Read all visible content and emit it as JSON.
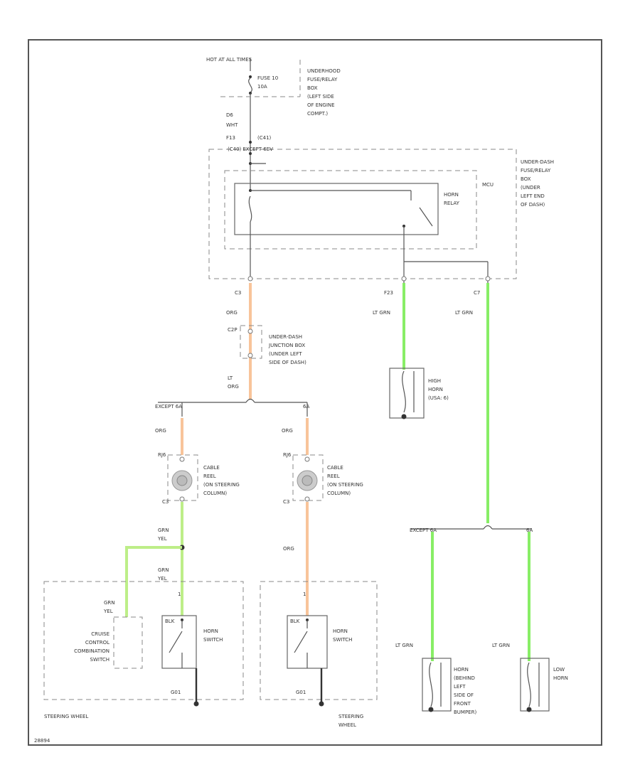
{
  "labels": {
    "hot_at_all_times": "HOT AT ALL TIMES",
    "fuse": "FUSE 10",
    "fuse_amps": "10A",
    "underhood_box": "UNDERHOOD\nFUSE/RELAY\nBOX\n(LEFT SIDE\nOF ENGINE\nCOMPT.)",
    "d6": "D6",
    "wht": "WHT",
    "f13": "F13",
    "conn_c41": "(C41)",
    "conn_except_6ev": "(C40) EXCEPT 6EV",
    "underdash_box": "UNDER-DASH\nFUSE/RELAY\nBOX\n(UNDER\nLEFT END\nOF DASH)",
    "mcu": "MCU",
    "horn_relay": "HORN\nRELAY",
    "c3_top": "C3",
    "f23": "F23",
    "c7": "C7",
    "org_1": "ORG",
    "lt_grn_1": "LT GRN",
    "lt_grn_2": "LT GRN",
    "c2p": "C2P",
    "underdash_junction": "UNDER-DASH\nJUNCTION BOX\n(UNDER LEFT\nSIDE OF DASH)",
    "lt_org": "LT\nORG",
    "high_horn": "HIGH\nHORN\n(USA: 6)",
    "except_6a_left": "EXCEPT 6A",
    "sa_left": "6A",
    "org_2": "ORG",
    "org_3": "ORG",
    "rj6_left": "RJ6",
    "rj6_right": "RJ6",
    "cable_reel_left": "CABLE\nREEL\n(ON STEERING\nCOLUMN)",
    "cable_reel_right": "CABLE\nREEL\n(ON STEERING\nCOLUMN)",
    "c3_left": "C3",
    "c3_right": "C3",
    "grn_yel_1": "GRN\nYEL",
    "org_4": "ORG",
    "except_6a_right": "EXCEPT 6A",
    "sa_right": "6A",
    "grn_yel_2": "GRN\nYEL",
    "grn_yel_3": "GRN\nYEL",
    "num_1": "1",
    "num_2": "1",
    "blk_1": "BLK",
    "blk_2": "BLK",
    "cruise_switch": "CRUISE\nCONTROL\nCOMBINATION\nSWITCH",
    "horn_switch_left": "HORN\nSWITCH",
    "horn_switch_right": "HORN\nSWITCH",
    "lt_grn_3": "LT GRN",
    "lt_grn_4": "LT GRN",
    "horn_behind": "HORN\n(BEHIND\nLEFT\nSIDE OF\nFRONT\nBUMPER)",
    "low_horn": "LOW\nHORN",
    "g01_left": "G01",
    "g01_right": "G01",
    "steering_wheel_left": "STEERING WHEEL",
    "steering_wheel_right": "STEERING\nWHEEL",
    "diagram_id": "28894"
  },
  "colors": {
    "orange_wire": "#f8c49a",
    "green_wire": "#88ee66",
    "green_yellow_wire": "#bdee88",
    "line": "#555555"
  }
}
